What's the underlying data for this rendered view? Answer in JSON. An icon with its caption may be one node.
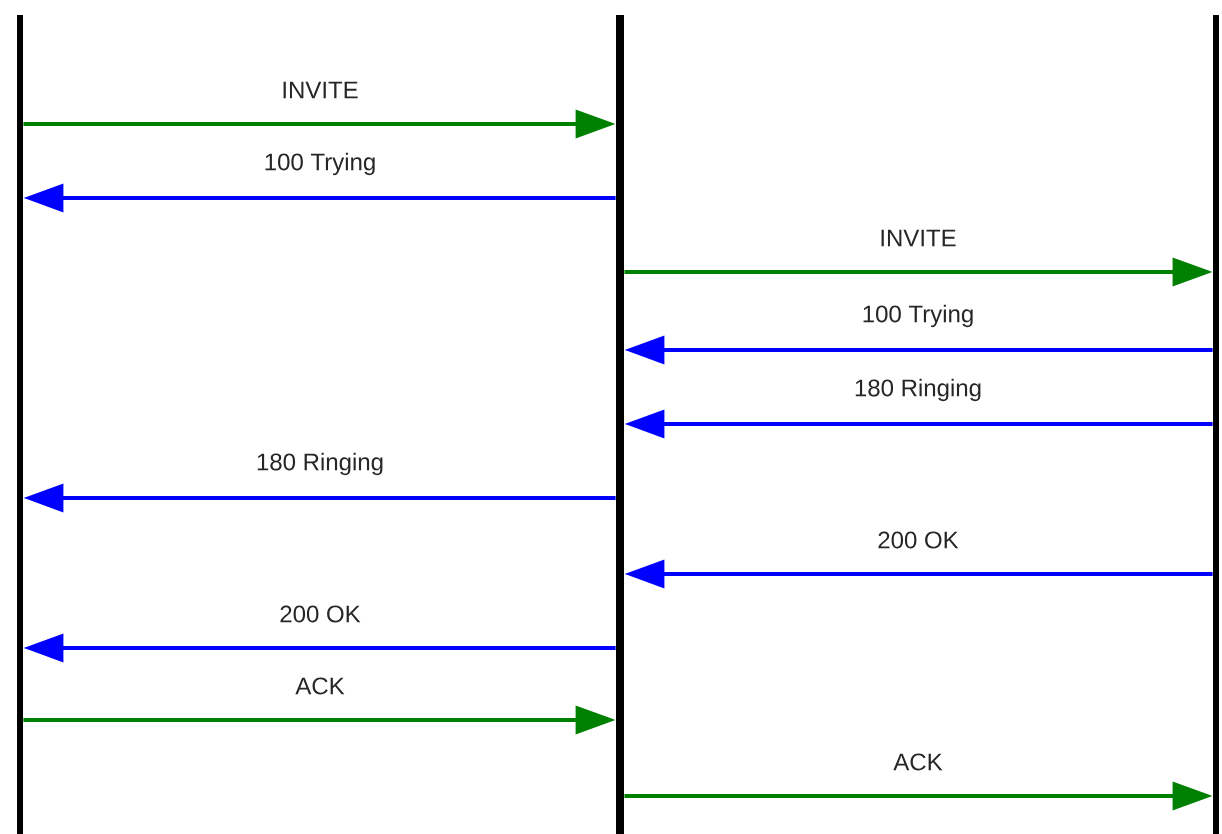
{
  "diagram": {
    "nodes": [
      {
        "text": [],
        "shape": "bar"
      },
      {
        "text": [],
        "shape": "bar"
      },
      {
        "text": [],
        "shape": "bar"
      }
    ],
    "edges": [
      {
        "from": 0,
        "to": 1,
        "arrow": "to",
        "label": "INVITE",
        "color": "#008000"
      },
      {
        "from": 1,
        "to": 0,
        "arrow": "to",
        "label": "100 Trying",
        "color": "#0000ff"
      },
      {
        "from": 1,
        "to": 2,
        "arrow": "to",
        "label": "INVITE",
        "color": "#008000"
      },
      {
        "from": 2,
        "to": 1,
        "arrow": "to",
        "label": "100 Trying",
        "color": "#0000ff"
      },
      {
        "from": 2,
        "to": 1,
        "arrow": "to",
        "label": "180 Ringing",
        "color": "#0000ff"
      },
      {
        "from": 1,
        "to": 0,
        "arrow": "to",
        "label": "180 Ringing",
        "color": "#0000ff"
      },
      {
        "from": 2,
        "to": 1,
        "arrow": "to",
        "label": "200 OK",
        "color": "#0000ff"
      },
      {
        "from": 1,
        "to": 0,
        "arrow": "to",
        "label": "200 OK",
        "color": "#0000ff"
      },
      {
        "from": 0,
        "to": 1,
        "arrow": "to",
        "label": "ACK",
        "color": "#008000"
      },
      {
        "from": 1,
        "to": 2,
        "arrow": "to",
        "label": "ACK",
        "color": "#008000"
      }
    ]
  }
}
